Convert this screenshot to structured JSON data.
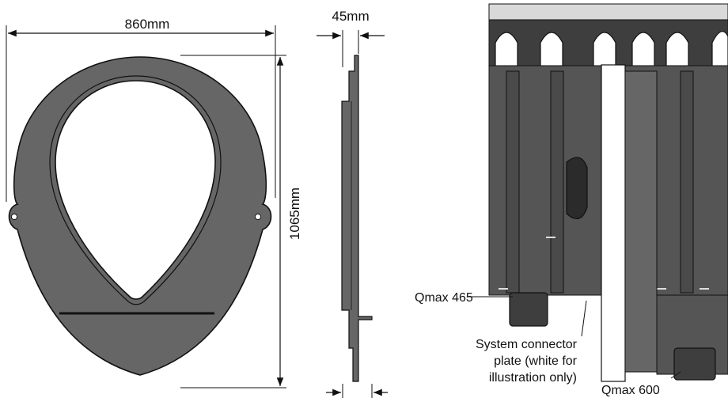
{
  "dimensions": {
    "width": "860mm",
    "height": "1065mm",
    "depth": "45mm"
  },
  "labels": {
    "qmax_465": "Qmax 465",
    "qmax_600": "Qmax 600",
    "connector_line1": "System connector",
    "connector_line2": "plate (white for",
    "connector_line3": "illustration only)"
  },
  "colors": {
    "plate_fill": "#666666",
    "outline": "#111111",
    "dark_part": "#3e3e3e",
    "white_plate": "#ffffff"
  }
}
